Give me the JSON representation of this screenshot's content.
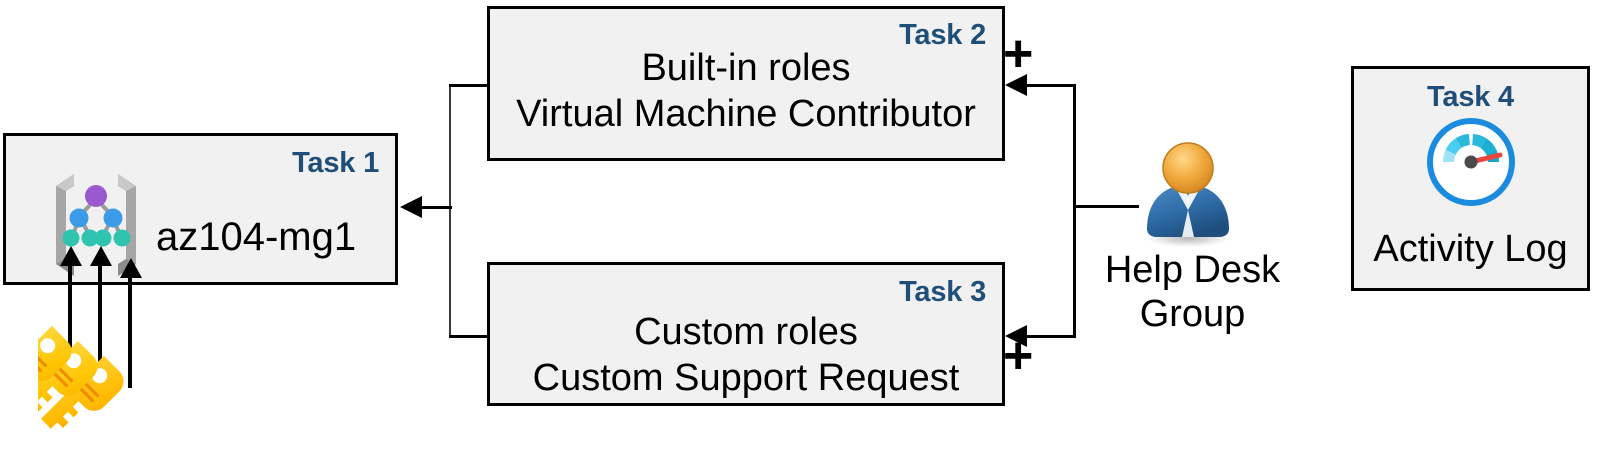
{
  "diagram": {
    "title": "Azure RBAC task diagram",
    "accent_color": "#1F4E79",
    "box_fill": "#F1F1F1",
    "box_border": "#000000"
  },
  "task1": {
    "tag": "Task 1",
    "label": "az104-mg1",
    "icon": "management-group-icon"
  },
  "task2": {
    "tag": "Task 2",
    "line1": "Built-in roles",
    "line2": "Virtual Machine Contributor"
  },
  "task3": {
    "tag": "Task 3",
    "line1": "Custom roles",
    "line2": "Custom Support Request"
  },
  "task4": {
    "tag": "Task 4",
    "label": "Activity Log",
    "icon": "activity-log-gauge-icon"
  },
  "group": {
    "line1": "Help Desk",
    "line2": "Group",
    "icon": "user-group-icon"
  },
  "operators": {
    "plus_top": "+",
    "plus_bottom": "+"
  },
  "keys": {
    "icon": "keys-icon",
    "count": 3,
    "color": "#FFC400"
  }
}
